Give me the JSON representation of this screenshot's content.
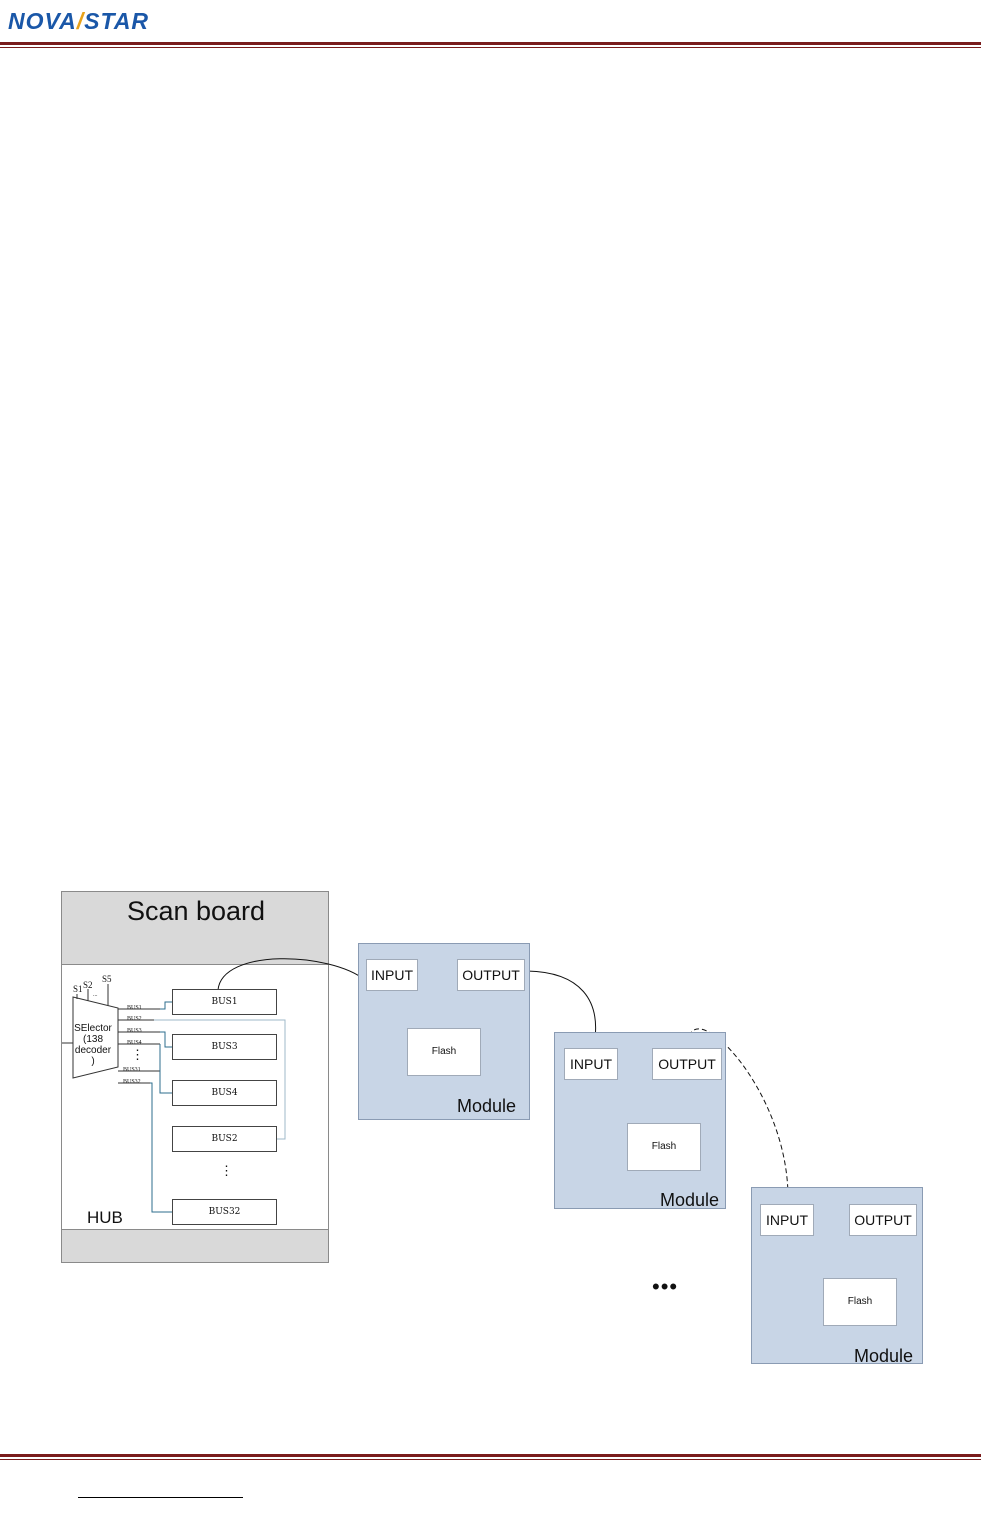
{
  "header": {
    "logo_left": "NOVA",
    "logo_slash": "/",
    "logo_right": "STAR",
    "brand_blue": "#1a57a8",
    "brand_orange": "#e8a21a",
    "rule_color": "#7a1c1c"
  },
  "diagram": {
    "scan_board": {
      "title": "Scan board",
      "hub_label": "HUB",
      "selector": {
        "line1": "SElector",
        "line2": "(138",
        "line3": "decoder",
        "line4": ")"
      },
      "select_inputs": [
        "S1",
        "S2",
        "S5"
      ],
      "select_more": "...",
      "bus_pin_labels": [
        "BUS1",
        "BUS2",
        "BUS3",
        "BUS4",
        "BUS31",
        "BUS32"
      ],
      "bus_boxes": [
        "BUS1",
        "BUS3",
        "BUS4",
        "BUS2",
        "BUS32"
      ],
      "vertical_dots": "⋮"
    },
    "modules": [
      {
        "input": "INPUT",
        "output": "OUTPUT",
        "flash": "Flash",
        "label": "Module"
      },
      {
        "input": "INPUT",
        "output": "OUTPUT",
        "flash": "Flash",
        "label": "Module"
      },
      {
        "input": "INPUT",
        "output": "OUTPUT",
        "flash": "Flash",
        "label": "Module"
      }
    ],
    "ellipsis": "•••",
    "colors": {
      "module_fill": "#c8d5e6",
      "board_fill": "#d9d9d9",
      "bus_wire": "#2e6e8e"
    }
  }
}
